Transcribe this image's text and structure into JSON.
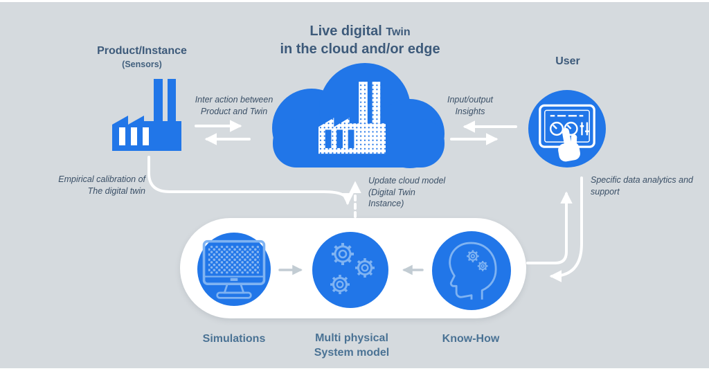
{
  "diagram": {
    "title": {
      "line1_main": "Live digital",
      "line1_twin": "Twin",
      "line2": "in the cloud and/or edge"
    },
    "nodes": {
      "product": {
        "label": "Product/Instance",
        "sublabel": "(Sensors)",
        "icon": "factory-icon"
      },
      "cloud": {
        "icon": "cloud-dotted-factory-icon"
      },
      "user": {
        "label": "User",
        "icon": "control-panel-hand-icon"
      },
      "simulations": {
        "label": "Simulations",
        "icon": "monitor-icon"
      },
      "multiphysical": {
        "label_line1": "Multi physical",
        "label_line2": "System model",
        "icon": "gears-icon"
      },
      "knowhow": {
        "label": "Know-How",
        "icon": "head-gears-icon"
      }
    },
    "annotations": {
      "interaction": {
        "line1": "Inter action between",
        "line2": "Product and Twin"
      },
      "io": {
        "line1": "Input/output",
        "line2": "Insights"
      },
      "empirical": {
        "line1": "Empirical calibration of",
        "line2": "The digital twin"
      },
      "update": {
        "line1": "Update cloud model",
        "line2": "(Digital Twin",
        "line3": "Instance)"
      },
      "specific": {
        "line1": "Specific data analytics and",
        "line2": "support"
      }
    },
    "icons": {
      "factory": "factory-icon",
      "cloud": "cloud-icon",
      "dotted_factory": "dotted-factory-icon",
      "control_panel": "control-panel-icon",
      "pointing_hand": "pointing-hand-icon",
      "monitor": "monitor-icon",
      "gears": "gears-icon",
      "head_gears": "head-gears-icon"
    },
    "colors": {
      "background": "#d5dade",
      "primary_blue": "#2176e8",
      "icon_stroke_light_blue": "#7fb3f2",
      "heading_text": "#3d5a7a",
      "caption_text": "#4a7294",
      "annotation_text": "#3a4f66",
      "arrow_white": "#ffffff",
      "arrow_gray": "#c2ccd3",
      "pill_white": "#ffffff"
    }
  }
}
